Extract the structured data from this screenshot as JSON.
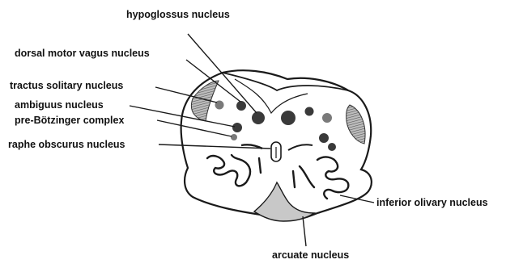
{
  "labels": {
    "hypoglossus": "hypoglossus nucleus",
    "dorsal_motor_vagus": "dorsal motor vagus nucleus",
    "tractus_solitary": "tractus solitary nucleus",
    "ambiguus": "ambiguus nucleus",
    "pre_botzinger": "pre-Bötzinger complex",
    "raphe_obscurus": "raphe obscurus nucleus",
    "inferior_olivary": "inferior olivary nucleus",
    "arcuate": "arcuate nucleus"
  },
  "colors": {
    "outline": "#1a1a1a",
    "ink": "#111111",
    "shaded_region": "#c8c8c8",
    "dark_nucleus": "#3a3a3a",
    "mid_nucleus": "#7a7a7a",
    "background": "#ffffff"
  }
}
